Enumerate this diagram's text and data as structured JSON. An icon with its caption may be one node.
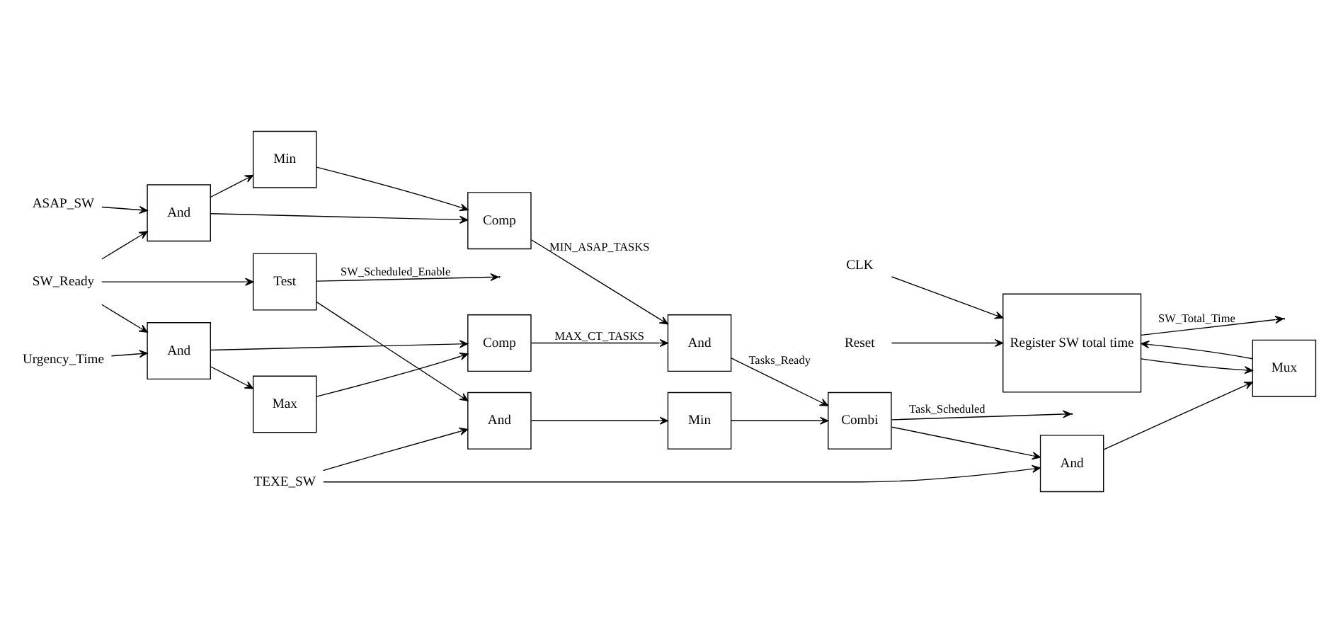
{
  "diagram": {
    "nodes": [
      {
        "text": [
          "CLK"
        ]
      },
      {
        "text": [
          "Reset"
        ]
      },
      {
        "text": [
          "ASAP_SW"
        ]
      },
      {
        "text": [
          "SW_Ready"
        ]
      },
      {
        "text": [
          "Urgency_Time"
        ]
      },
      {
        "text": [
          "Register SW total time"
        ]
      },
      {
        "text": [
          "And"
        ]
      },
      {
        "text": [
          "Min"
        ]
      },
      {
        "text": [
          "Mux"
        ]
      },
      {
        "text": [
          "And"
        ]
      },
      {
        "text": [
          "Comp"
        ]
      },
      {
        "text": [
          "Test"
        ]
      },
      {
        "text": [
          "And"
        ]
      },
      {
        "text": [
          "Combi"
        ]
      },
      {
        "text": [
          "And"
        ]
      },
      {
        "text": [
          "Max"
        ]
      },
      {
        "text": [
          "Comp"
        ]
      },
      {
        "text": [
          "Min"
        ]
      },
      {
        "text": [
          "And"
        ]
      },
      {
        "text": [
          "TEXE_SW"
        ]
      }
    ],
    "edges": [
      {
        "from": 0,
        "to": 5,
        "arrow": "to"
      },
      {
        "from": 1,
        "to": 5,
        "arrow": "to"
      },
      {
        "from": 2,
        "to": 6,
        "arrow": "to"
      },
      {
        "from": 3,
        "to": 6,
        "arrow": "to"
      },
      {
        "from": 3,
        "to": 11,
        "arrow": "to"
      },
      {
        "from": 3,
        "to": 14,
        "arrow": "to"
      },
      {
        "from": 4,
        "to": 14,
        "arrow": "to"
      },
      {
        "from": 6,
        "to": 7,
        "arrow": "to"
      },
      {
        "from": 6,
        "to": 10,
        "arrow": "to"
      },
      {
        "from": 7,
        "to": 10,
        "arrow": "to"
      },
      {
        "from": 10,
        "to": 12,
        "arrow": "to",
        "label": "MIN_ASAP_TASKS"
      },
      {
        "from": 11,
        "to": null,
        "arrow": "to",
        "label": "SW_Scheduled_Enable"
      },
      {
        "from": 11,
        "to": 18,
        "arrow": "to"
      },
      {
        "from": 14,
        "to": 15,
        "arrow": "to"
      },
      {
        "from": 14,
        "to": 16,
        "arrow": "to"
      },
      {
        "from": 15,
        "to": 16,
        "arrow": "to"
      },
      {
        "from": 16,
        "to": 12,
        "arrow": "to",
        "label": "MAX_CT_TASKS"
      },
      {
        "from": 12,
        "to": 13,
        "arrow": "to",
        "label": "Tasks_Ready"
      },
      {
        "from": 13,
        "to": null,
        "arrow": "to",
        "label": "Task_Scheduled"
      },
      {
        "from": 13,
        "to": 9,
        "arrow": "to"
      },
      {
        "from": 5,
        "to": null,
        "arrow": "to",
        "label": "SW_Total_Time"
      },
      {
        "from": 5,
        "to": 8,
        "arrow": "to"
      },
      {
        "from": 8,
        "to": 5,
        "arrow": "to"
      },
      {
        "from": 9,
        "to": 8,
        "arrow": "to"
      },
      {
        "from": 19,
        "to": 9,
        "arrow": "to"
      },
      {
        "from": 19,
        "to": 18,
        "arrow": "to"
      },
      {
        "from": 18,
        "to": 17,
        "arrow": "to"
      },
      {
        "from": 17,
        "to": 13,
        "arrow": "to"
      }
    ]
  }
}
